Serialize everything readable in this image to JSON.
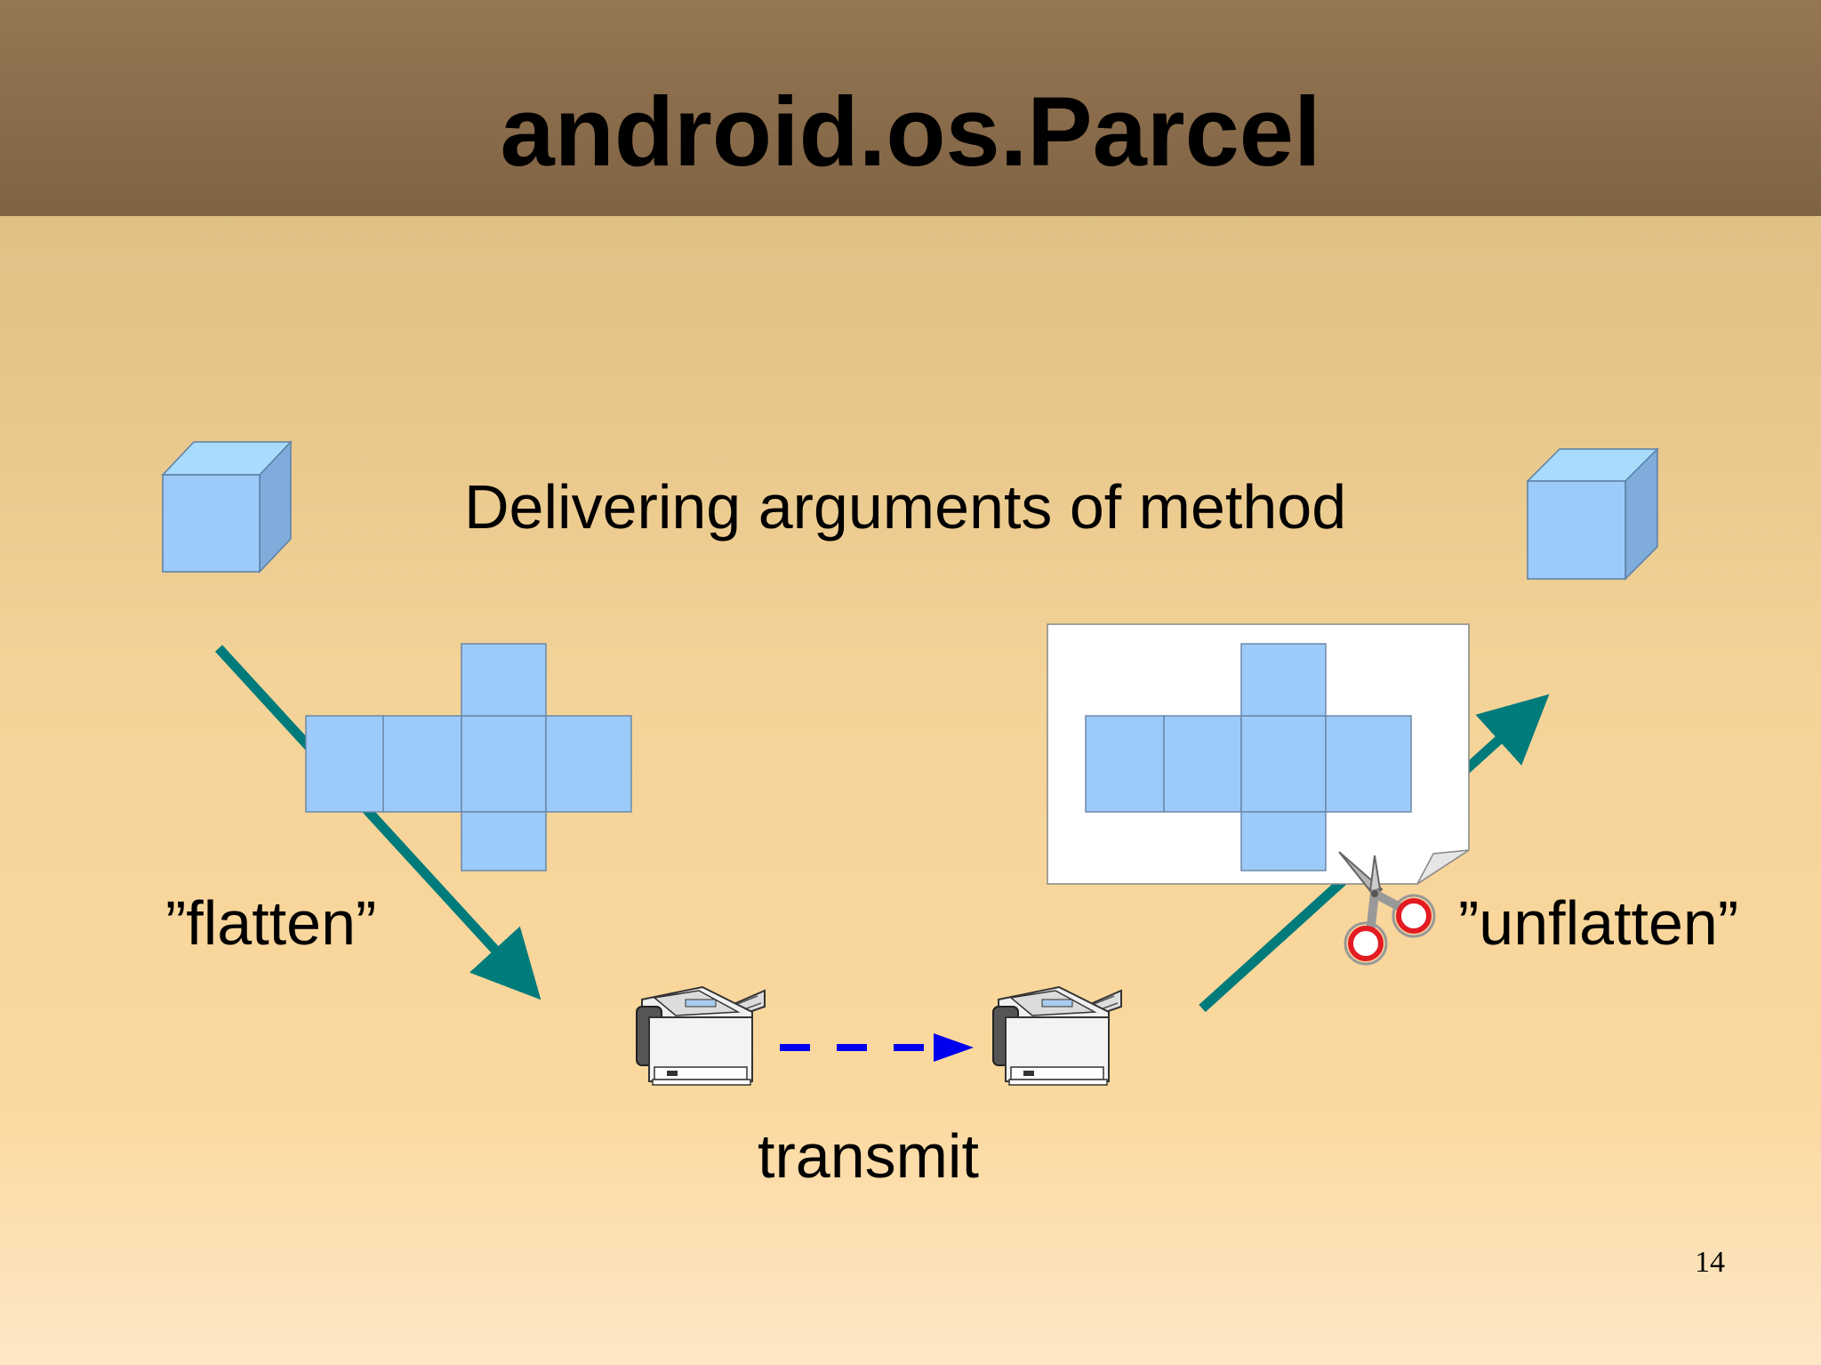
{
  "slide": {
    "title": "android.os.Parcel",
    "subtitle": "Delivering arguments of method",
    "page_number": "14"
  },
  "diagram": {
    "labels": {
      "flatten": "”flatten”",
      "transmit": "transmit",
      "unflatten": "”unflatten”"
    },
    "icons": [
      "cube-icon",
      "cube-net-icon",
      "fax-machine-icon",
      "scissors-icon",
      "paper-sheet-icon"
    ]
  },
  "colors": {
    "title_bar": "#8a6c4b",
    "cube_face": "#9dcbf9",
    "cube_top": "#a9dcfc",
    "cube_side": "#80acdc",
    "arrow_teal": "#007b7b",
    "arrow_blue": "#0000ee",
    "scissors_ring": "#e31b23"
  }
}
